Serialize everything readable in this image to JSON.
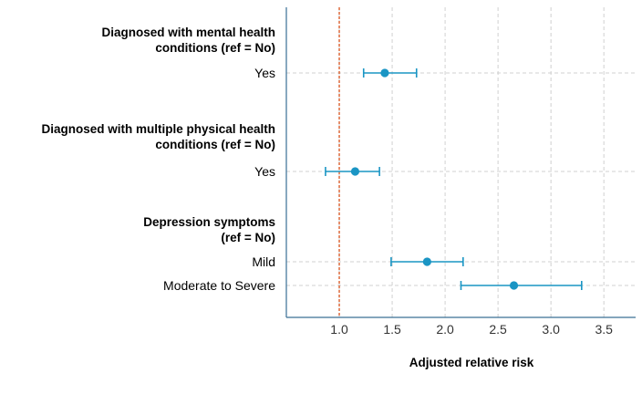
{
  "chart_data": {
    "type": "scatter",
    "subtype": "forest-plot",
    "xlabel": "Adjusted relative risk",
    "xlim": [
      0.5,
      3.8
    ],
    "xticks": [
      "1.0",
      "1.5",
      "2.0",
      "2.5",
      "3.0",
      "3.5"
    ],
    "reference_line": 1.0,
    "grid": true,
    "colors": {
      "marker": "#1a95c4",
      "reference": "#d9541e",
      "grid": "#d0d0d0",
      "axis": "#3a6f95"
    },
    "groups": [
      {
        "title_lines": [
          "Diagnosed with mental health",
          "conditions (ref = No)"
        ],
        "rows": [
          {
            "label": "Yes",
            "estimate": 1.43,
            "lower": 1.23,
            "upper": 1.73
          }
        ]
      },
      {
        "title_lines": [
          "Diagnosed with multiple physical health",
          "conditions (ref = No)"
        ],
        "rows": [
          {
            "label": "Yes",
            "estimate": 1.15,
            "lower": 0.87,
            "upper": 1.38
          }
        ]
      },
      {
        "title_lines": [
          "Depression symptoms",
          "(ref = No)"
        ],
        "rows": [
          {
            "label": "Mild",
            "estimate": 1.83,
            "lower": 1.49,
            "upper": 2.17
          },
          {
            "label": "Moderate to Severe",
            "estimate": 2.65,
            "lower": 2.15,
            "upper": 3.29
          }
        ]
      }
    ]
  }
}
